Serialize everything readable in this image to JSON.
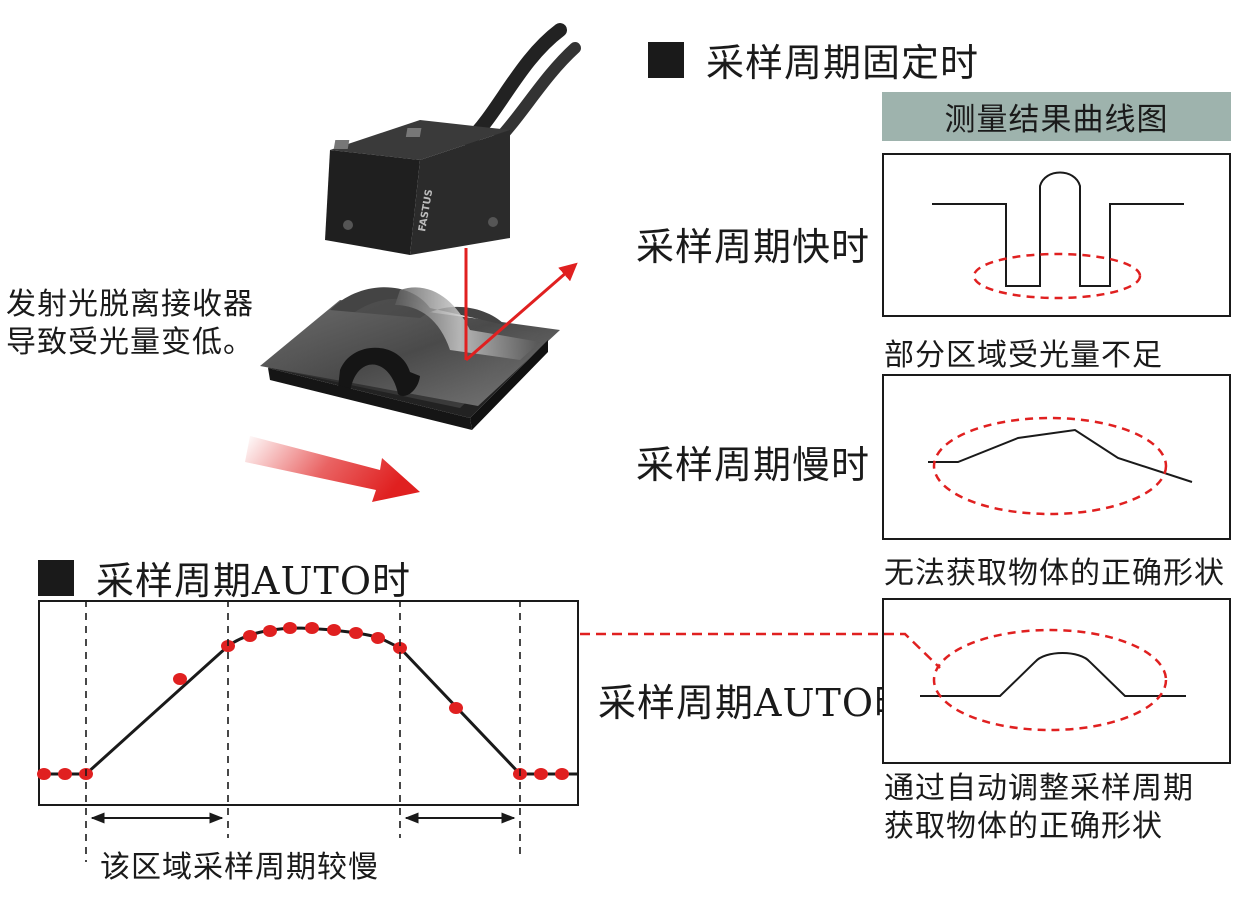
{
  "fixed_section": {
    "title": "采样周期固定时",
    "chart_header": "测量结果曲线图",
    "fast": {
      "label": "采样周期快时",
      "caption": "部分区域受光量不足"
    },
    "slow": {
      "label": "采样周期慢时",
      "caption": "无法获取物体的正确形状"
    }
  },
  "auto_section": {
    "title": "采样周期AUTO时",
    "side_label": "采样周期AUTO时",
    "caption_line1": "通过自动调整采样周期",
    "caption_line2": "获取物体的正确形状",
    "slow_region_label": "该区域采样周期较慢"
  },
  "left_note": {
    "line1": "发射光脱离接收器",
    "line2": "导致受光量变低。"
  },
  "sensor_brand": "FASTUS",
  "colors": {
    "accent_red": "#e02020",
    "banner_bg": "#9eb3ad",
    "ink": "#1a1a1a"
  }
}
